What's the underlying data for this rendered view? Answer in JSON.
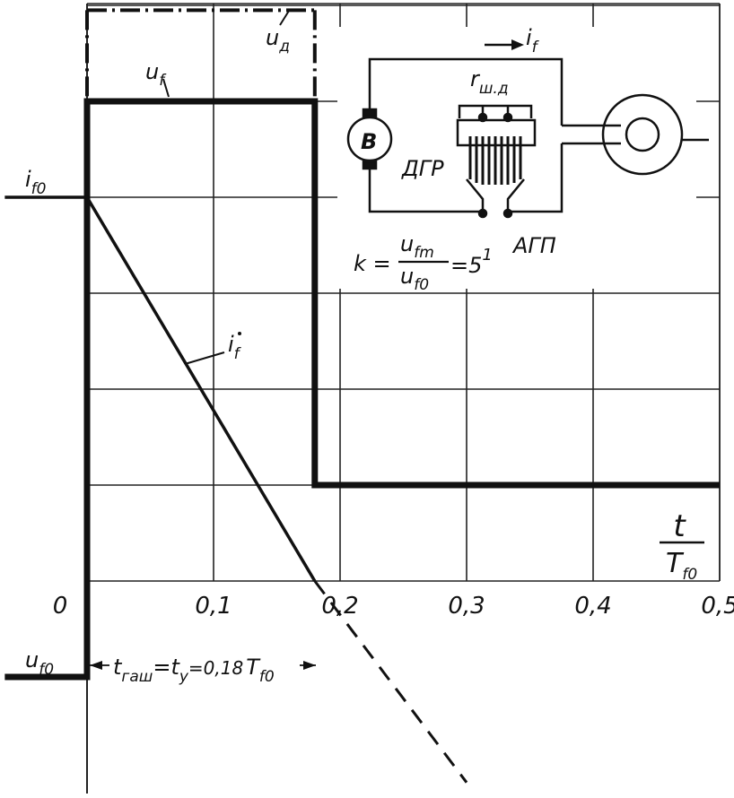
{
  "chart_data": {
    "type": "line",
    "x_axis": {
      "label_num": "t",
      "label_den_main": "T",
      "label_den_sub": "f0",
      "range": [
        0,
        0.5
      ],
      "ticks": [
        "0",
        "0,1",
        "0,2",
        "0,3",
        "0,4",
        "0,5"
      ],
      "tick_values": [
        0,
        0.1,
        0.2,
        0.3,
        0.4,
        0.5
      ]
    },
    "y_axis": {
      "grid_rows": 6,
      "range": [
        -1,
        5
      ]
    },
    "grid": true,
    "series": [
      {
        "name": "u_f",
        "style": "thick",
        "points": [
          [
            -0.065,
            -1
          ],
          [
            0,
            -1
          ],
          [
            0,
            5
          ],
          [
            0.18,
            5
          ],
          [
            0.18,
            1
          ],
          [
            0.5,
            1
          ]
        ]
      },
      {
        "name": "u_д",
        "style": "dash-dot",
        "points": [
          [
            0,
            5.95
          ],
          [
            0.18,
            5.95
          ]
        ]
      },
      {
        "name": "i_f",
        "style": "thin",
        "points": [
          [
            -0.065,
            4
          ],
          [
            0,
            4
          ],
          [
            0.18,
            0
          ]
        ]
      },
      {
        "name": "i_f extrapolation",
        "style": "dashed",
        "points": [
          [
            0.18,
            0
          ],
          [
            0.3,
            -2.1
          ]
        ]
      }
    ],
    "labels": {
      "u_f": {
        "main": "u",
        "sub": "f"
      },
      "u_d": {
        "main": "u",
        "sub": "д"
      },
      "i_f": {
        "main": "i",
        "sub": "f"
      },
      "i_f0": {
        "main": "i",
        "sub": "f0"
      },
      "u_f0": {
        "main": "u",
        "sub": "f0"
      },
      "t_zash": {
        "t1": "t",
        "t1_sub": "гаш",
        "eq1": "=",
        "t2": "t",
        "t2_sub": "y",
        "eq2": "=0,18",
        "t3": "T",
        "t3_sub": "f0"
      }
    },
    "inset_schematic": {
      "generator_label": "B",
      "resistor_label": "r",
      "resistor_sub": "ш.д",
      "dgr_label": "ДГР",
      "agp_label": "АГП",
      "current_label": "i",
      "current_sub": "f",
      "formula_k": "k =",
      "formula_num_main": "u",
      "formula_num_sub": "fm",
      "formula_den_main": "u",
      "formula_den_sub": "f0",
      "formula_value": "=5",
      "formula_superscript": "1"
    }
  }
}
